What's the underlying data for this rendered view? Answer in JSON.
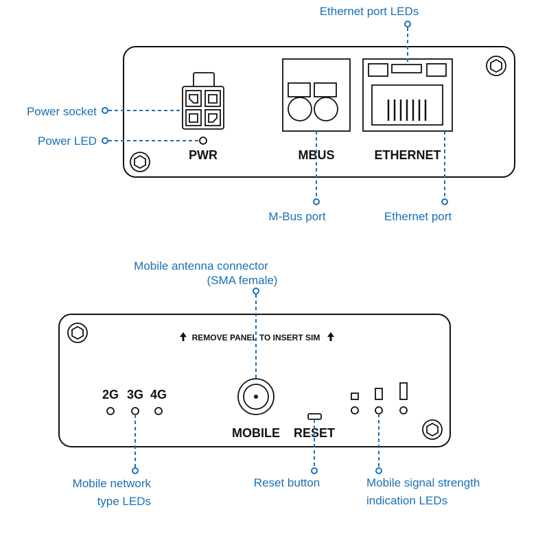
{
  "top_panel": {
    "labels": {
      "pwr": "PWR",
      "mbus": "MBUS",
      "ethernet": "ETHERNET"
    },
    "callouts": {
      "ethernet_port_leds": "Ethernet port LEDs",
      "power_socket": "Power socket",
      "power_led": "Power LED",
      "mbus_port": "M-Bus port",
      "ethernet_port": "Ethernet port"
    }
  },
  "bottom_panel": {
    "notice": "REMOVE PANEL TO INSERT SIM",
    "labels": {
      "g2": "2G",
      "g3": "3G",
      "g4": "4G",
      "mobile": "MOBILE",
      "reset": "RESET"
    },
    "callouts": {
      "antenna_line1": "Mobile antenna connector",
      "antenna_line2": "(SMA female)",
      "network_line1": "Mobile network",
      "network_line2": "type LEDs",
      "reset_button": "Reset button",
      "signal_line1": "Mobile signal strength",
      "signal_line2": "indication LEDs"
    }
  },
  "colors": {
    "callout": "#1a6fb3",
    "outline": "#111111"
  }
}
